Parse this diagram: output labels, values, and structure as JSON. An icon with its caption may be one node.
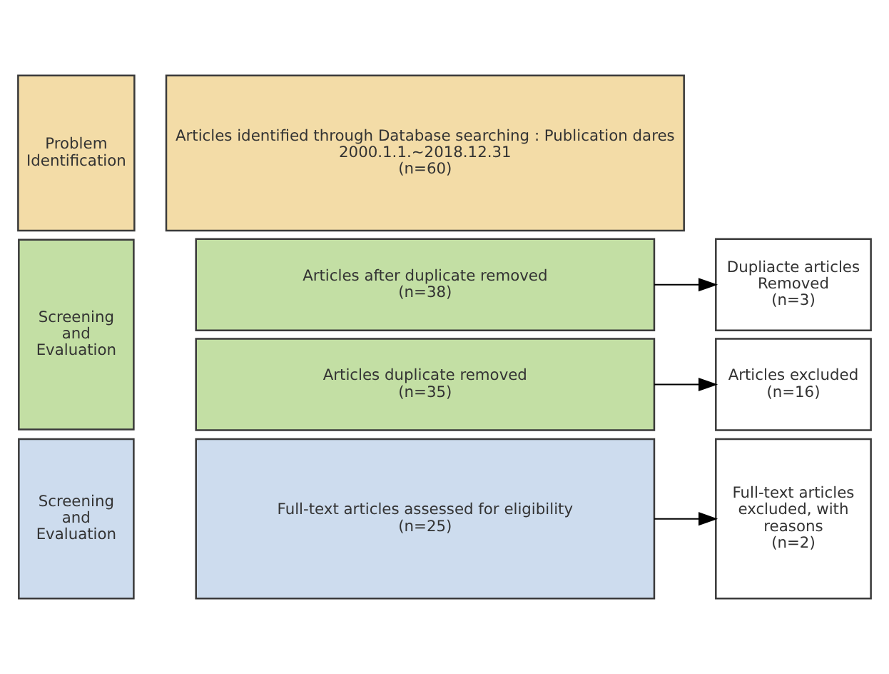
{
  "diagram": {
    "nodes": [
      {
        "text": [
          "Problem Identification"
        ]
      },
      {
        "text": [
          "Articles identified through Database searching : Publication dares 2000.1.1.~2018.12.31",
          "(n=60)"
        ]
      },
      {
        "text": [
          "Screening and Evaluation"
        ]
      },
      {
        "text": [
          "Articles after duplicate removed",
          "(n=38)"
        ]
      },
      {
        "text": [
          "Dupliacte articles Removed",
          "(n=3)"
        ]
      },
      {
        "text": [
          "Articles duplicate removed",
          "(n=35)"
        ]
      },
      {
        "text": [
          "Articles excluded",
          "(n=16)"
        ]
      },
      {
        "text": [
          "Screening and Evaluation"
        ]
      },
      {
        "text": [
          "Full-text articles assessed for eligibility",
          "(n=25)"
        ]
      },
      {
        "text": [
          "Full-text articles excluded, with reasons",
          "(n=2)"
        ]
      }
    ],
    "edges": [
      {
        "from": 3,
        "to": 4,
        "arrow": "to"
      },
      {
        "from": 5,
        "to": 6,
        "arrow": "to"
      },
      {
        "from": 8,
        "to": 9,
        "arrow": "to"
      }
    ]
  }
}
